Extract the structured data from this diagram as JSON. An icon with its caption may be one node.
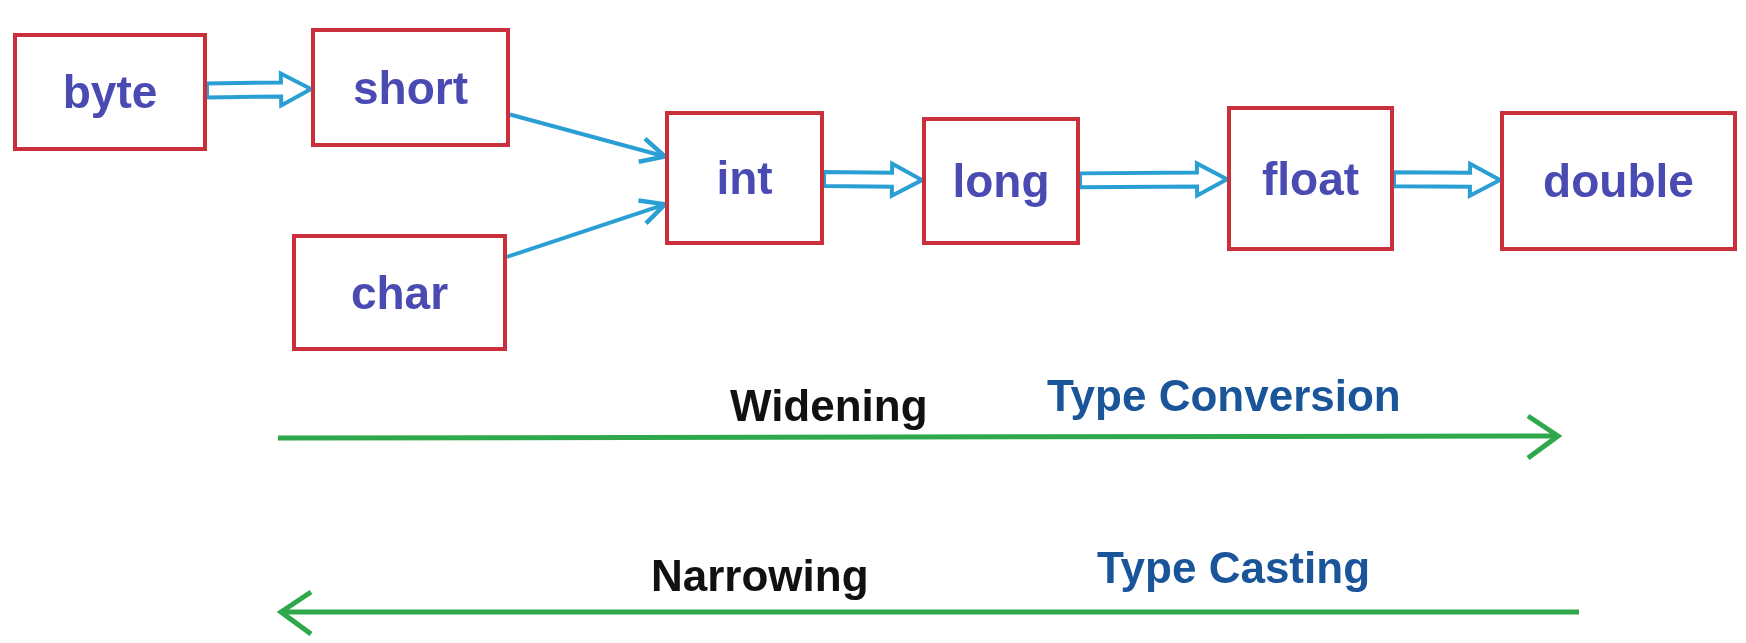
{
  "diagram": {
    "nodes": [
      {
        "text": [
          "byte"
        ]
      },
      {
        "text": [
          "short"
        ]
      },
      {
        "text": [
          "char"
        ]
      },
      {
        "text": [
          "int"
        ]
      },
      {
        "text": [
          "long"
        ]
      },
      {
        "text": [
          "float"
        ]
      },
      {
        "text": [
          "double"
        ]
      }
    ],
    "edges": [
      {
        "from": 0,
        "to": 1,
        "arrow": "to",
        "style": "thick"
      },
      {
        "from": 1,
        "to": 3,
        "arrow": "to"
      },
      {
        "from": 2,
        "to": 3,
        "arrow": "to"
      },
      {
        "from": 3,
        "to": 4,
        "arrow": "to",
        "style": "thick"
      },
      {
        "from": 4,
        "to": 5,
        "arrow": "to",
        "style": "thick"
      },
      {
        "from": 5,
        "to": 6,
        "arrow": "to",
        "style": "thick"
      }
    ],
    "labels": [
      "Widening",
      "Type Conversion",
      "Narrowing",
      "Type Casting"
    ]
  }
}
